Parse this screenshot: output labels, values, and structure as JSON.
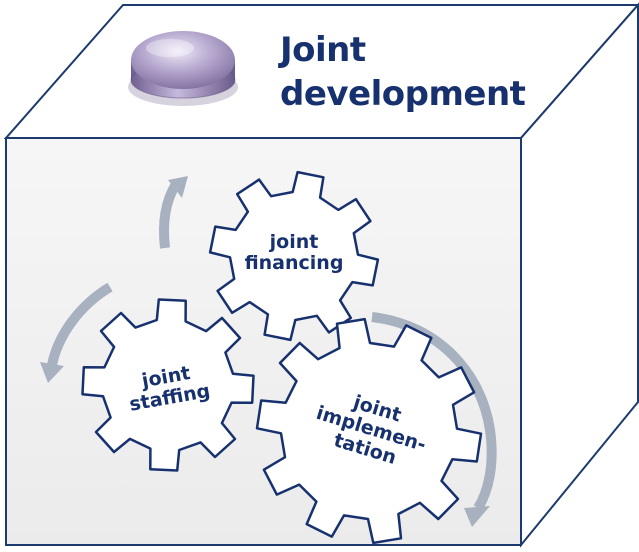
{
  "title": {
    "line1": "Joint",
    "line2": "development"
  },
  "gears": [
    {
      "lines": [
        "joint",
        "financing"
      ]
    },
    {
      "lines": [
        "joint",
        "staffing"
      ]
    },
    {
      "lines": [
        "joint",
        "implemen-",
        "tation"
      ]
    }
  ],
  "colors": {
    "ink": "#17316f",
    "box_front": "#f3f3f3",
    "box_side": "#ffffff",
    "arrow": "#a7b1c0",
    "button": "#9b8cb6"
  },
  "icons": {
    "button": "round-button-icon"
  }
}
